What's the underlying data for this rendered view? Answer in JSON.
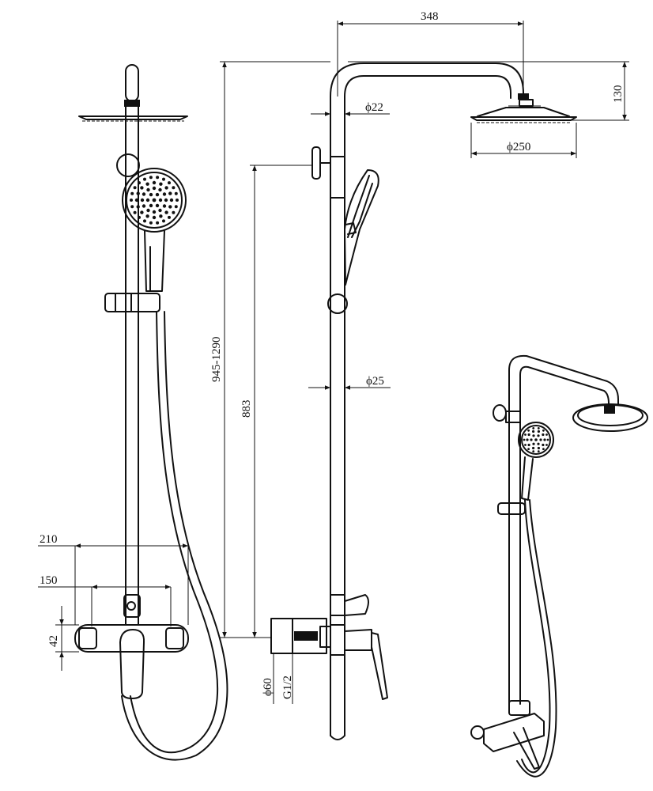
{
  "dimensions": {
    "arm_length": "348",
    "head_height": "130",
    "arm_diameter": "ϕ22",
    "head_diameter": "ϕ250",
    "pipe_diameter": "ϕ25",
    "total_height": "945-1290",
    "holder_height": "883",
    "outer_width": "210",
    "center_distance": "150",
    "body_height": "42",
    "cover_diameter": "ϕ60",
    "thread": "G1/2"
  },
  "views": [
    "front-view",
    "side-view",
    "perspective-view"
  ]
}
